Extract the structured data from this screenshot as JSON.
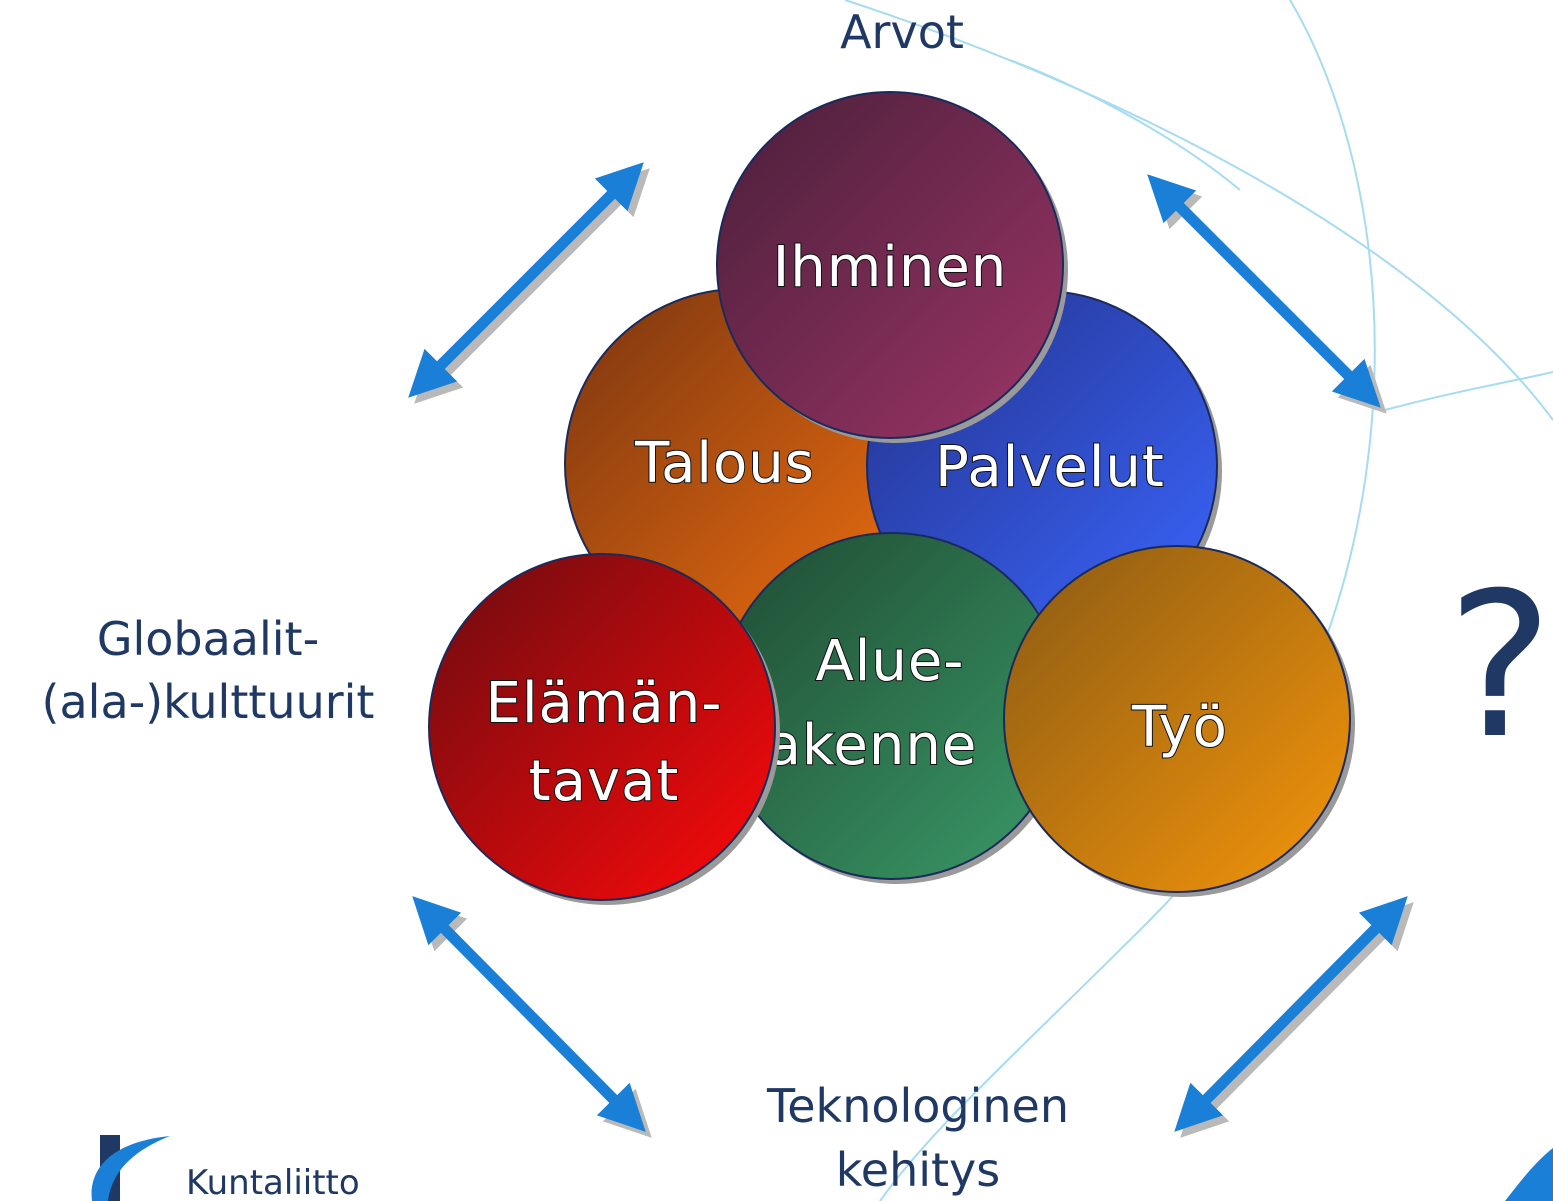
{
  "context_labels": {
    "top": "Arvot",
    "left_line1": "Globaalit-",
    "left_line2": "(ala-)kulttuurit",
    "bottom_line1": "Teknologinen",
    "bottom_line2": "kehitys",
    "right_symbol": "?"
  },
  "circles": {
    "ihminen": {
      "label": "Ihminen",
      "color_dark": "#4a1f3a",
      "color_light": "#9b3566"
    },
    "talous": {
      "label": "Talous",
      "color_dark": "#7a3510",
      "color_light": "#f07010"
    },
    "palvelut": {
      "label": "Palvelut",
      "color_dark": "#24328a",
      "color_light": "#3a66ff"
    },
    "aluerakenne": {
      "label_line1": "Alue-",
      "label_line2": "rakenne",
      "color_dark": "#1f4a32",
      "color_light": "#3a9a68"
    },
    "elamantavat": {
      "label_line1": "Elämän-",
      "label_line2": "tavat",
      "color_dark": "#6a0b10",
      "color_light": "#ff0a0a"
    },
    "tyo": {
      "label": "Työ",
      "color_dark": "#8a5a14",
      "color_light": "#f5960a"
    }
  },
  "arrow_color": "#1a7fd6",
  "decor_line_color": "#a7dbef",
  "logo": {
    "name": "Kuntaliitto"
  }
}
